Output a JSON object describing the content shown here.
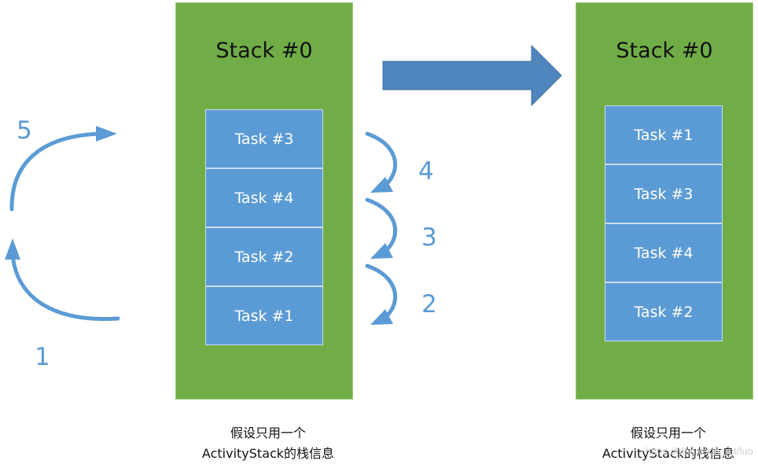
{
  "left_stack": {
    "title": "Stack #0",
    "tasks": [
      "Task #3",
      "Task #4",
      "Task #2",
      "Task #1"
    ]
  },
  "right_stack": {
    "title": "Stack #0",
    "tasks": [
      "Task #1",
      "Task #3",
      "Task #4",
      "Task #2"
    ]
  },
  "steps": [
    "1",
    "2",
    "3",
    "4",
    "5"
  ],
  "caption_lines": [
    "假设只用一个",
    "ActivityStack的栈信息"
  ],
  "watermark": "https://blog.csdn.net/luo",
  "colors": {
    "stack_green": "#70ad47",
    "task_blue": "#5b9bd5",
    "arrow_blue": "#4f86bd"
  }
}
